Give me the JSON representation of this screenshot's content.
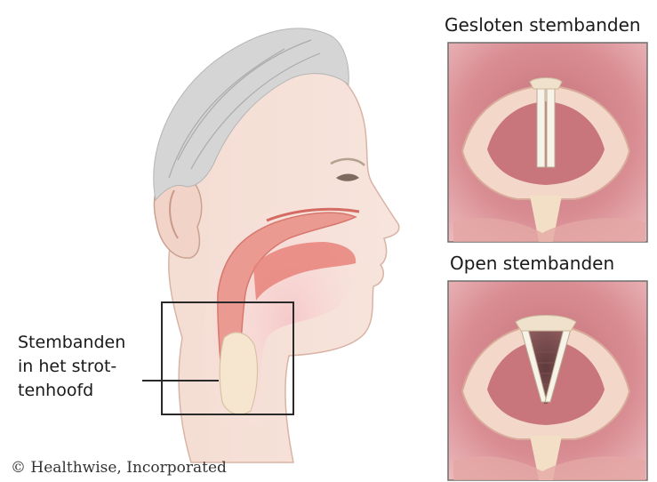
{
  "panels": {
    "closed_title": "Gesloten stembanden",
    "open_title": "Open stembanden"
  },
  "callout": {
    "line1": "Stembanden",
    "line2": "in het strot-",
    "line3": "tenhoofd"
  },
  "copyright": "© Healthwise, Incorporated",
  "colors": {
    "skin": "#f3dcd2",
    "tissue_pink": "#f2b5b8",
    "airway_red": "#e8887f",
    "throat_bg": "#d88f94",
    "cartilage": "#f5ece0",
    "vocal_cord": "#f7f2e6",
    "hair": "#cfcfcf"
  }
}
